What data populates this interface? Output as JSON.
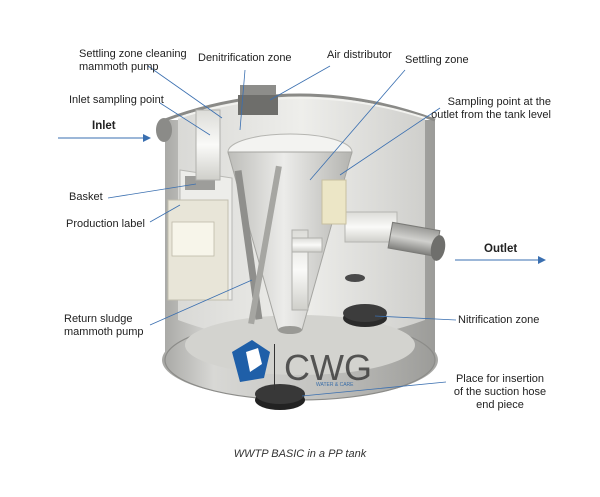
{
  "labels": {
    "settling_cleaning_pump": [
      "Settling zone cleaning",
      "mammoth pump"
    ],
    "denitrification_zone": "Denitrification zone",
    "air_distributor": "Air distributor",
    "settling_zone": "Settling zone",
    "inlet_sampling_point": "Inlet sampling point",
    "sampling_outlet": [
      "Sampling point at the",
      "outlet from the tank level"
    ],
    "inlet": "Inlet",
    "basket": "Basket",
    "production_label": "Production label",
    "outlet": "Outlet",
    "return_sludge_pump": [
      "Return sludge",
      "mammoth pump"
    ],
    "nitrification_zone": "Nitrification zone",
    "suction_hose": [
      "Place for insertion",
      "of the suction hose",
      "end piece"
    ]
  },
  "logo": {
    "text": "CWG",
    "tagline": "WATER & CARE"
  },
  "caption": "WWTP BASIC in a PP tank",
  "colors": {
    "leader_line": "#3a6fb0",
    "arrow": "#3a6fb0",
    "tank_outer": "#c9c9c6",
    "tank_inner": "#e4e4e0",
    "logo_blue": "#1f5fa8"
  }
}
